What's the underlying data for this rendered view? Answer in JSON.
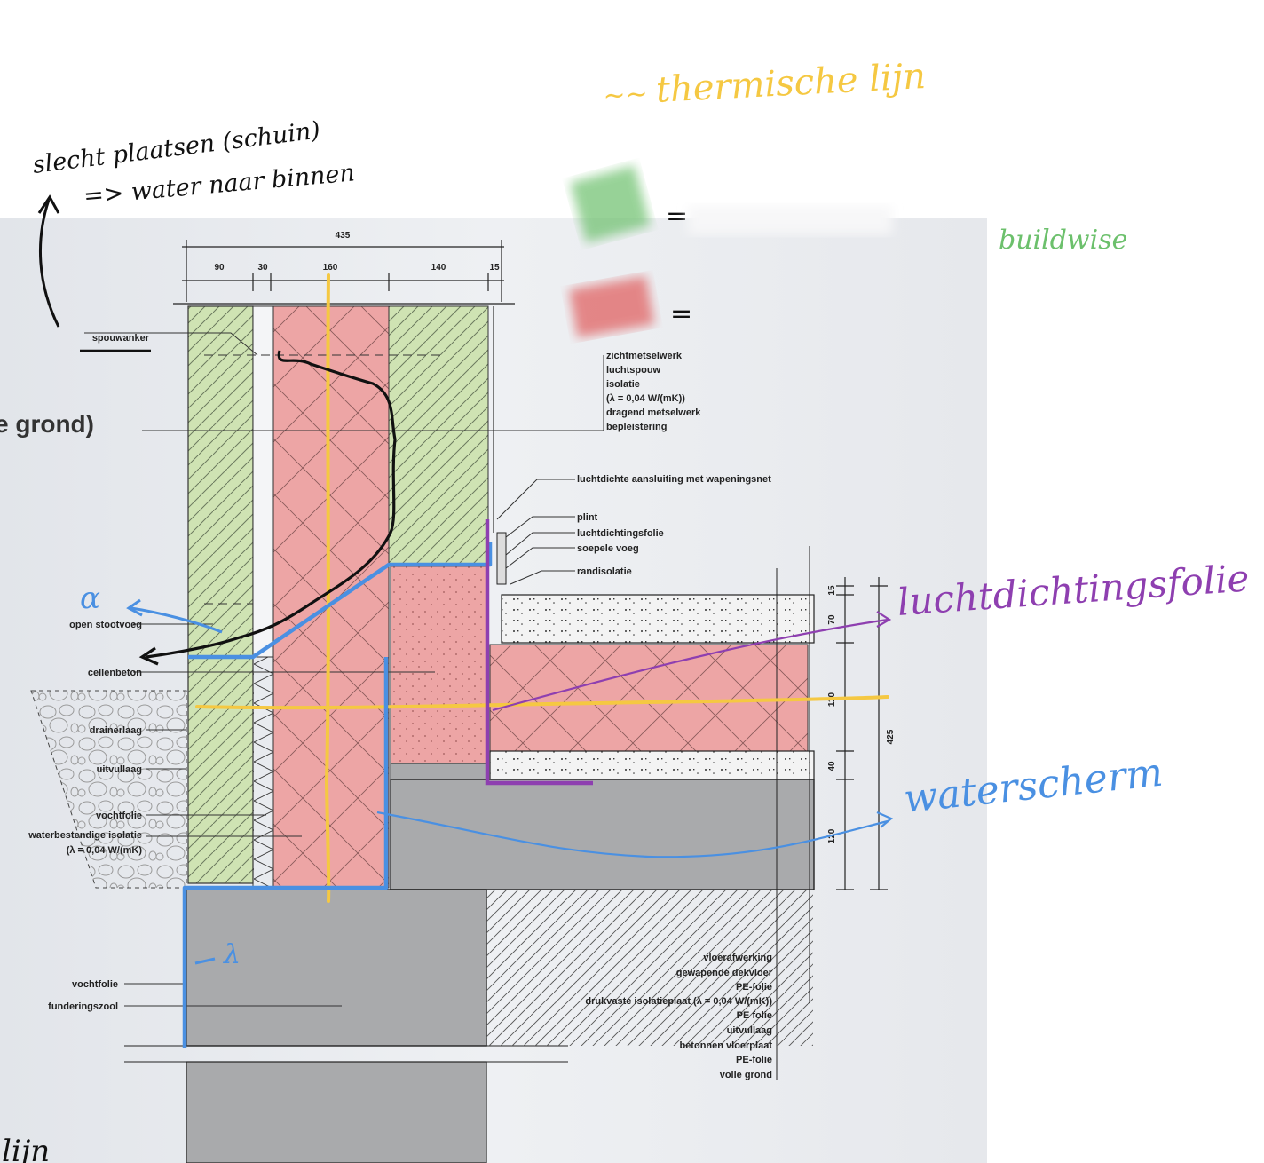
{
  "drawing": {
    "dimensions": {
      "top_total": "435",
      "top_parts": [
        "90",
        "30",
        "160",
        "140",
        "15"
      ],
      "right_parts": [
        "15",
        "70",
        "110",
        "40",
        "120"
      ],
      "right_total": "425"
    },
    "labels_left": {
      "spouwanker": "spouwanker",
      "open_stootvoeg": "open stootvoeg",
      "cellenbeton": "cellenbeton",
      "drainerlaag": "drainerlaag",
      "uitvullaag": "uitvullaag",
      "vochtfolie": "vochtfolie",
      "waterbestendige_isolatie": "waterbestendige isolatie",
      "lambda_note": "(λ = 0,04 W/(mK)",
      "vochtfolie2": "vochtfolie",
      "funderingszool": "funderingszool"
    },
    "heading_fragment": "e grond)",
    "labels_right_top": [
      "zichtmetselwerk",
      "luchtspouw",
      "isolatie",
      "(λ = 0,04 W/(mK))",
      "dragend metselwerk",
      "bepleistering"
    ],
    "label_luchtdicht": "luchtdichte aansluiting met wapeningsnet",
    "labels_plint": [
      "plint",
      "luchtdichtingsfolie",
      "soepele voeg",
      "randisolatie"
    ],
    "labels_floor": [
      "vloerafwerking",
      "gewapende dekvloer",
      "PE-folie",
      "drukvaste isolatieplaat (λ = 0,04 W/(mK))",
      "PE folie",
      "uitvullaag",
      "betonnen vloerplaat",
      "PE-folie",
      "volle grond"
    ]
  },
  "annotations": {
    "note_line1": "slecht plaatsen (schuin)",
    "note_line2": "=> water naar binnen",
    "thermal_line": "thermische lijn",
    "green_eq": "=",
    "buildwise": "buildwise",
    "red_eq": "=",
    "luchtdichting": "luchtdichtingsfolie",
    "waterscherm": "waterscherm",
    "alpha_mark": "α",
    "lambda_mark": "λ",
    "bottom_fragment": "lijn"
  },
  "colors": {
    "green_fill": "#cfe3b3",
    "red_fill": "#eda5a5",
    "concrete": "#a9aaac",
    "thermal": "#f5c842",
    "water": "#4a90e2",
    "airtight": "#8e3fb0",
    "buildwise": "#6cc06c"
  }
}
